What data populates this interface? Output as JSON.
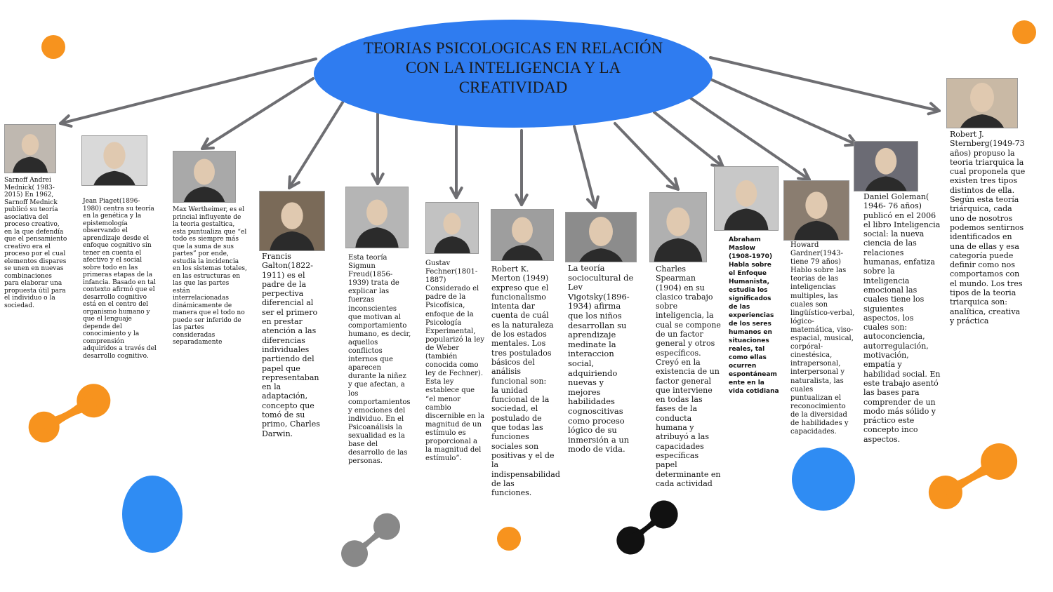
{
  "colors": {
    "ellipse": "#2f7cf0",
    "arrow": "#6e6e72",
    "orange": "#f7931e",
    "blue": "#2f8cf3",
    "gray_blob": "#888888",
    "black_blob": "#111111"
  },
  "title": "TEORIAS PSICOLOGICAS EN RELACIÓN\nCON LA INTELIGENCIA Y LA\nCREATIVIDAD",
  "theorists": [
    {
      "id": "mednick",
      "text": "Sarnoff Andrei Mednick( 1983-2015) En 1962, Sarnoff Mednick publicó su teoría asociativa del proceso creativo, en la que defendía que el pensamiento creativo era el proceso por el cual elementos dispares se unen en nuevas combinaciones para elaborar una propuesta útil para el individuo o la sociedad."
    },
    {
      "id": "piaget",
      "text": "Jean Piaget(1896-1980) centra su teoría en la genética y la epistemología observando el aprendizaje desde el enfoque cognitivo sin tener en cuenta el afectivo y el social sobre todo en las primeras etapas de la infancia. Basado en tal contexto afirmó que el desarrollo cognitivo está en el centro del organismo humano y que el lenguaje depende del conocimiento y la comprensión adquiridos a través del desarrollo cognitivo."
    },
    {
      "id": "wertheimer",
      "text": "Max Wertheimer, es el princial influyente de la teoria gestaltica, esta puntualiza que “el todo es siempre más que la suma de sus partes” por ende, estudia la incidencia en los sistemas totales, en las estructuras en las que las partes están interrelacionadas dinámicamente de manera que el todo no puede ser inferido de las partes consideradas separadamente"
    },
    {
      "id": "galton",
      "text": "Francis Galton(1822-1911) es el padre de la perpectiva diferencial al ser el primero en prestar atención a las diferencias individuales partiendo del papel que representaban en la adaptación, concepto que tomó de su primo, Charles Darwin."
    },
    {
      "id": "freud",
      "text": "Esta teoría Sigmun Freud(1856-1939) trata de explicar las fuerzas inconscientes que motivan al comportamiento humano, es decir, aquellos conflictos internos que aparecen durante la niñez y que afectan, a los comportamientos y emociones del individuo. En el Psicoanálisis la sexualidad es la base del desarrollo de las personas."
    },
    {
      "id": "fechner",
      "text": "Gustav Fechner(1801-1887) Considerado el padre de la Psicofísica, enfoque de la Psicología Experimental, popularizó la ley de Weber (también conocida como ley de Fechner). Esta ley establece que “el menor cambio discernible en la magnitud de un estímulo es proporcional a la magnitud del estímulo”."
    },
    {
      "id": "merton",
      "text": "Robert K. Merton (1949) expreso que el funcionalismo intenta dar cuenta de cuál es la naturaleza de los estados mentales. Los tres postulados básicos del análisis funcional son: la unidad funcional de la sociedad, el postulado de que todas las funciones sociales son positivas y el de la indispensabilidad de las funciones."
    },
    {
      "id": "vigotsky",
      "text": "La teoría sociocultural de Lev Vigotsky(1896-1934) afirma que los niños desarrollan su aprendizaje medinate la interaccion social, adquiriendo nuevas y mejores habilidades cognoscitivas como proceso lógico de su inmersión a un modo de vida."
    },
    {
      "id": "spearman",
      "text": "Charles Spearman (1904) en su clasico trabajo sobre inteligencia, la cual se compone de un factor general y otros específicos. Creyó en la existencia de un factor general que interviene en todas las fases de la conducta humana y atribuyó a las capacidades específicas papel determinante en cada actividad"
    },
    {
      "id": "maslow",
      "text": "Abraham Maslow (1908-1970) Habla sobre el Enfoque Humanista, estudia los significados de las experiencias de los seres humanos en situaciones reales, tal como ellas ocurren espontáneam ente en la vida cotidiana"
    },
    {
      "id": "gardner",
      "text": "Howard Gardner(1943- tiene 79 años) Hablo sobre las teorias de las inteligencias multiples, las cuales son lingüístico-verbal, lógico-matemática, viso-espacial, musical, corpóral-cinestésica, intrapersonal, interpersonal y naturalista, las cuales puntualizan el reconocimiento de la diversidad de habilidades y capacidades."
    },
    {
      "id": "goleman",
      "text": "Daniel Goleman( 1946- 76 años) publicó en el 2006 el libro Inteligencia social: la nueva ciencia de las relaciones humanas, enfatiza sobre la inteligencia emocional las cuales tiene los siguientes aspectos, los cuales son: autoconciencia, autorregulación, motivación, empatía y habilidad social. En este trabajo asentó las bases para comprender de un modo más sólido y práctico este concepto inco aspectos."
    },
    {
      "id": "sternberg",
      "text": "Robert J. Sternberg(1949-73 años) propuso la teoria triarquica la cual proponela que existen tres tipos distintos de ella. Según esta teoría triárquica, cada uno de nosotros podemos sentirnos identificados en una de ellas y esa categoría puede definir como nos comportamos con el mundo. Los tres tipos de la teoria triarquica son: analítica, creativa y práctica"
    }
  ]
}
